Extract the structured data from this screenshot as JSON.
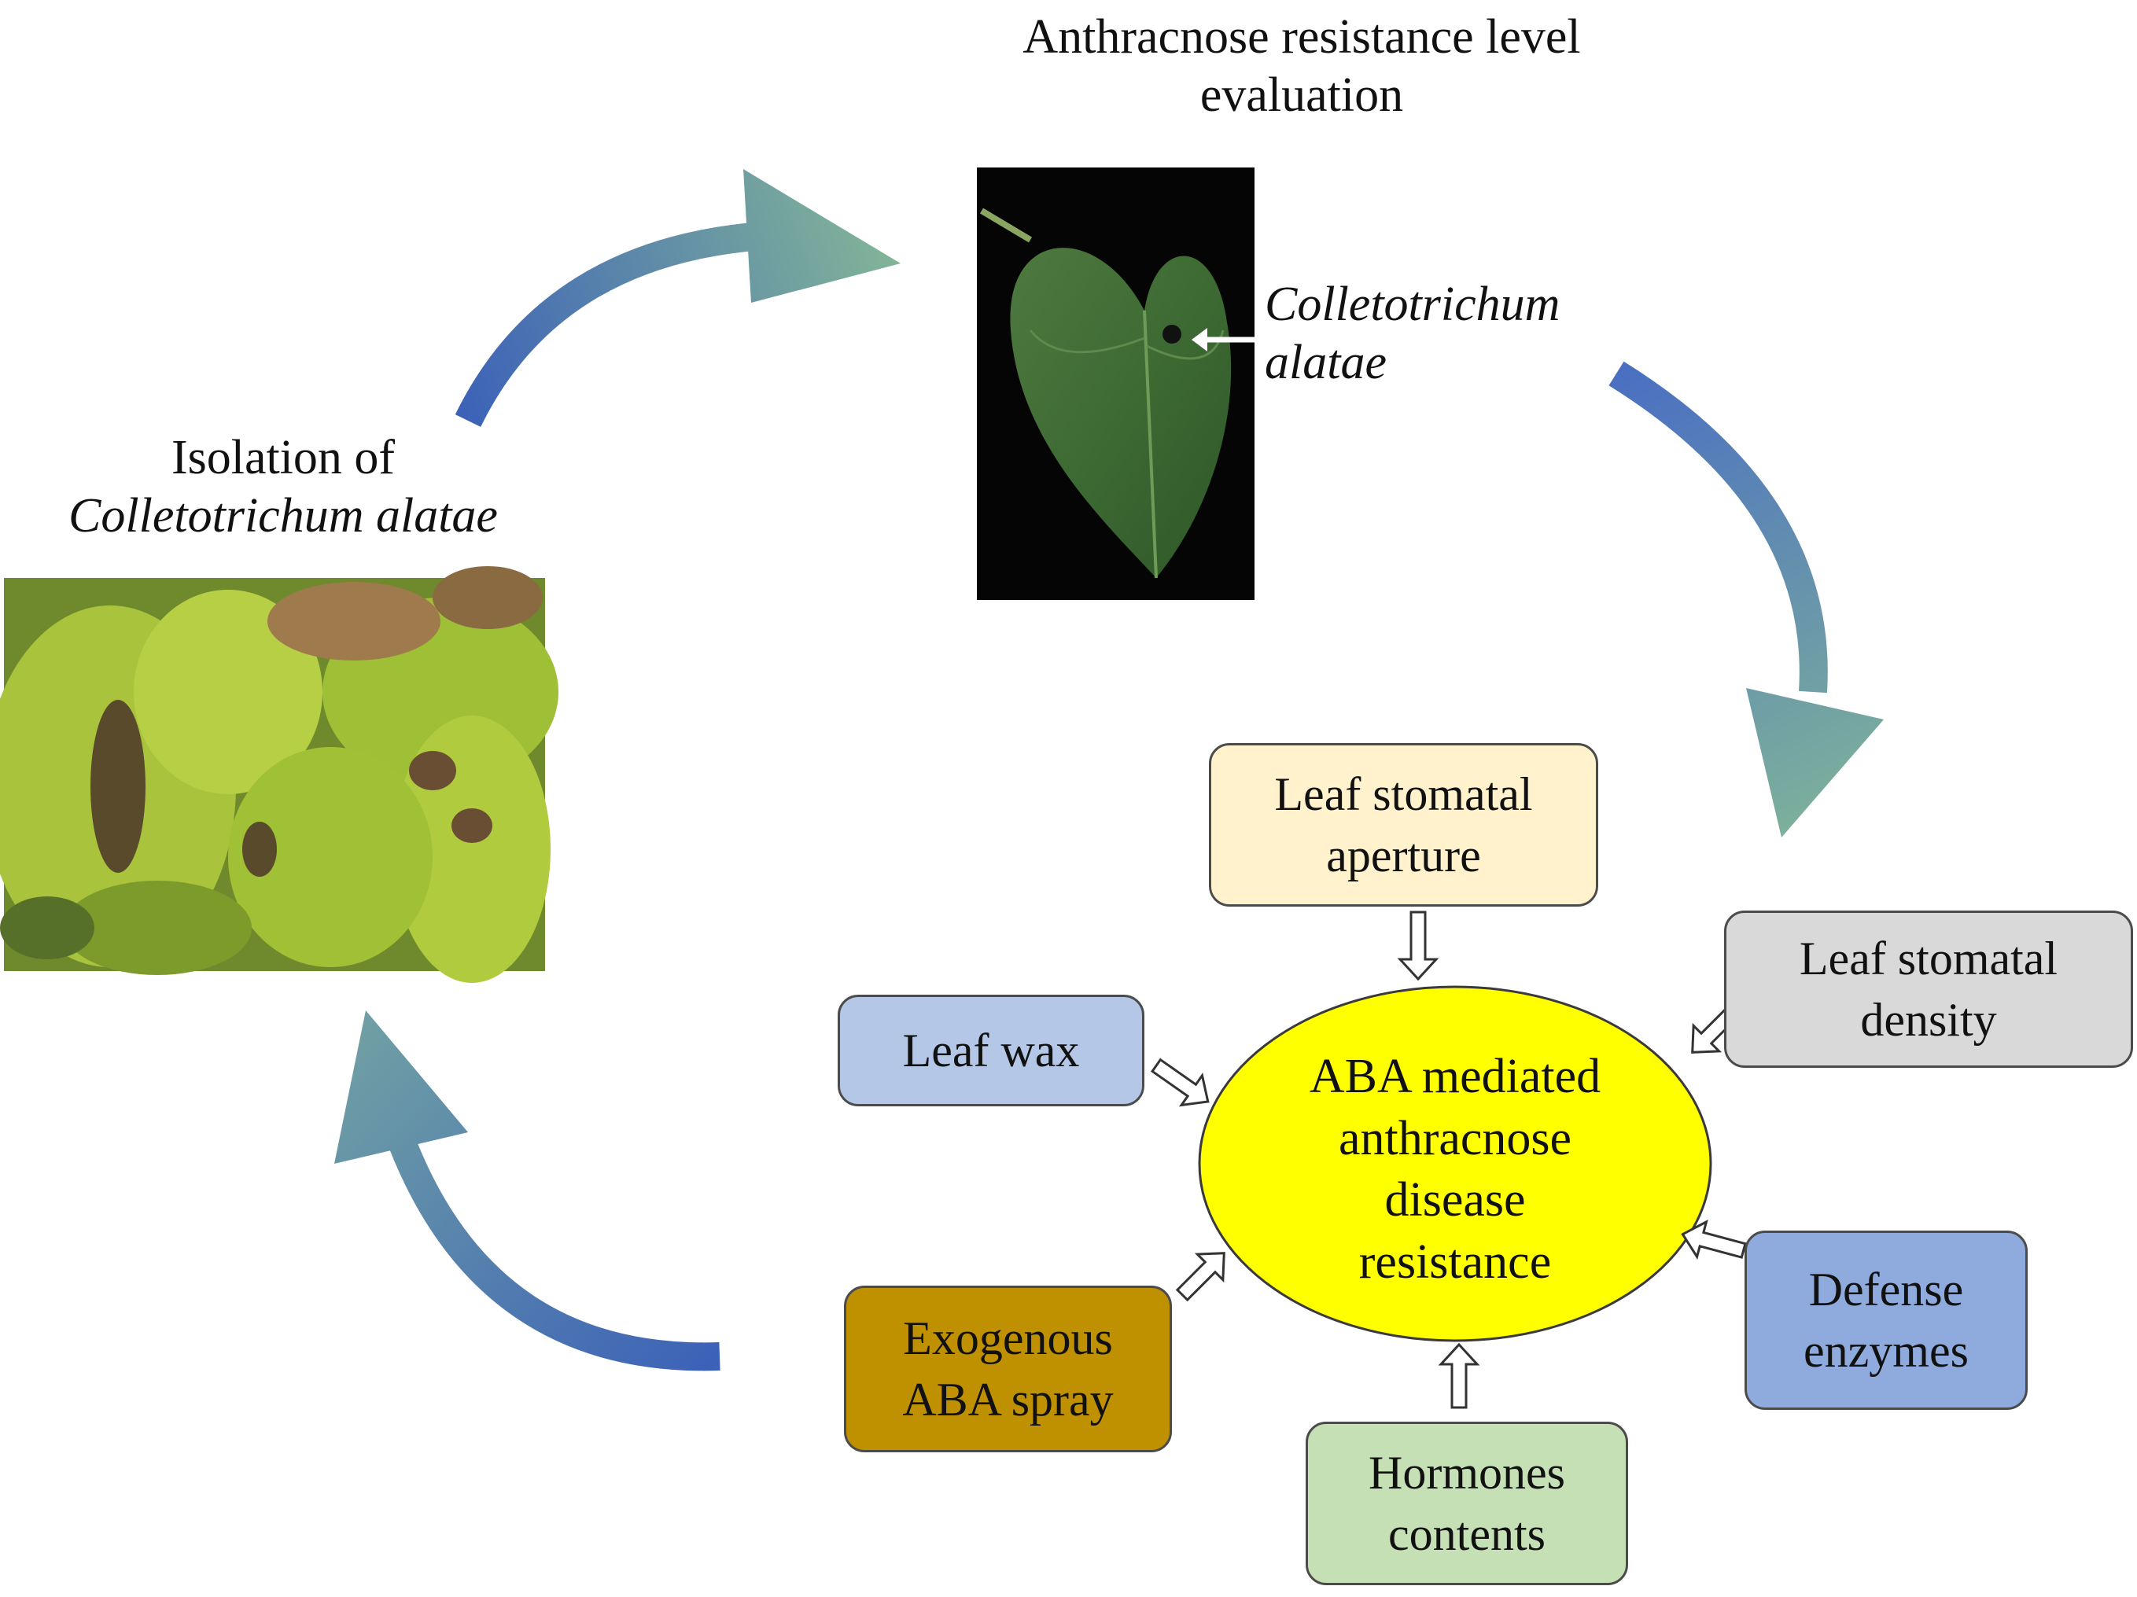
{
  "labels": {
    "evaluation_title_line1": "Anthracnose resistance level",
    "evaluation_title_line2": "evaluation",
    "isolation_title_line1": "Isolation of",
    "isolation_title_line2": "Colletotrichum alatae",
    "pathogen_line1": "Colletotrichum",
    "pathogen_line2": "alatae"
  },
  "center": {
    "line1": "ABA mediated",
    "line2": "anthracnose",
    "line3": "disease",
    "line4": "resistance"
  },
  "factors": {
    "aperture": {
      "line1": "Leaf stomatal",
      "line2": "aperture"
    },
    "density": {
      "line1": "Leaf stomatal",
      "line2": "density"
    },
    "wax": {
      "line1": "Leaf wax"
    },
    "spray": {
      "line1": "Exogenous",
      "line2": "ABA spray"
    },
    "hormones": {
      "line1": "Hormones",
      "line2": "contents"
    },
    "enzymes": {
      "line1": "Defense",
      "line2": "enzymes"
    }
  },
  "colors": {
    "center_fill": "#ffff00",
    "aperture_fill": "#fff2cc",
    "density_fill": "#d9d9d9",
    "wax_fill": "#b4c7e7",
    "spray_fill": "#bf9000",
    "hormones_fill": "#c5e0b4",
    "enzymes_fill": "#8faadc",
    "cycle_arrow_dark": "#3c62b8",
    "cycle_arrow_light": "#7fb29a"
  }
}
